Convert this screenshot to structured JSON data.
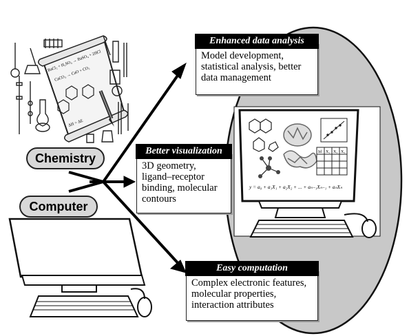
{
  "nodes": {
    "chemistry": "Chemistry",
    "computer": "Computer"
  },
  "boxes": {
    "analysis": {
      "title": "Enhanced data analysis",
      "lines": [
        "Model development,",
        "statistical analysis, better",
        "data management"
      ]
    },
    "visualization": {
      "title": "Better visualization",
      "lines": [
        "3D geometry,",
        "ligand–receptor",
        "binding, molecular",
        "contours"
      ]
    },
    "computation": {
      "title": "Easy computation",
      "lines": [
        "Complex electronic features,",
        "molecular properties,",
        "interaction attributes"
      ]
    }
  },
  "screen": {
    "equation": "y = a₀ + a₁X₁ + a₂X₂ + ... + aₙ₋₁Xₙ₋₁ + aₙXₙ",
    "table_header": [
      "Id",
      "X₁",
      "X₂",
      "X₃"
    ]
  },
  "paper": {
    "reactions": [
      "BaCl₂ + H₂SO₄ → BaSO₄ + 2HCl",
      "CaCO₃ → CaO + CO₂",
      "ΔH = ΔE"
    ]
  },
  "colors": {
    "ellipse": "#c8c8c8",
    "dark": "#111111"
  }
}
